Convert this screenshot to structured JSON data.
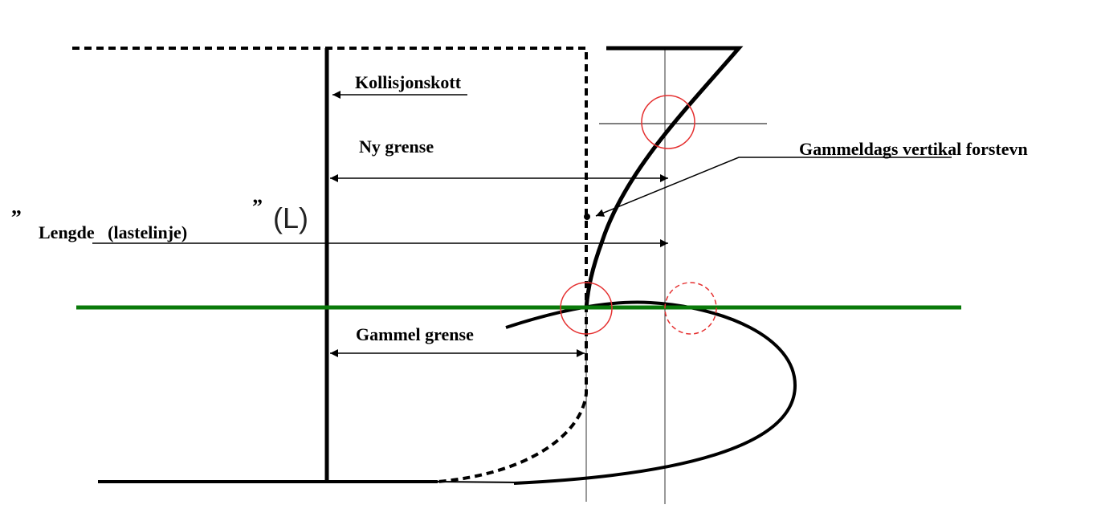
{
  "labels": {
    "bulkhead": "Kollisjonskott",
    "new_limit": "Ny grense",
    "length": "Lengde   (lastelinje)",
    "length_quote_open": "„",
    "length_quote_close": "”",
    "length_symbol": "(L)",
    "old_limit": "Gammel grense",
    "old_stem": "Gammeldags vertikal forstevn"
  },
  "colors": {
    "waterline": "#0a7a0a",
    "highlight": "#e53030",
    "line": "#000000"
  }
}
